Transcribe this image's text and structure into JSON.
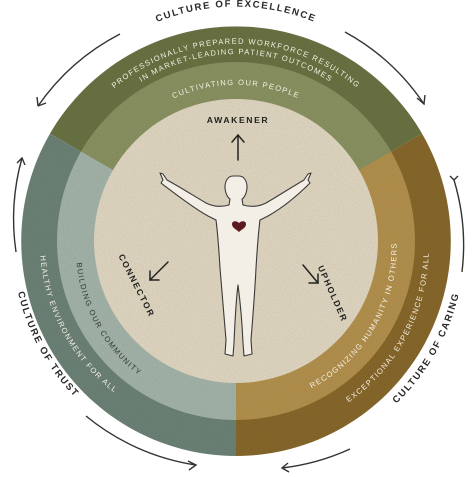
{
  "colors": {
    "olive_outer": "#6c7544",
    "olive_inner": "#8d9563",
    "gold_outer": "#8a6a2c",
    "gold_inner": "#b7944f",
    "slate_outer": "#6f8579",
    "slate_inner": "#a7b8ad",
    "core": "#e6dcc6",
    "heart": "#5b1a20",
    "arrow": "#333333"
  },
  "cultures": {
    "excellence": "CULTURE OF EXCELLENCE",
    "caring": "CULTURE OF CARING",
    "trust": "CULTURE OF TRUST"
  },
  "outer_ring": {
    "excellence_line1": "PROFESSIONALLY PREPARED WORKFORCE RESULTING",
    "excellence_line2": "IN MARKET-LEADING PATIENT OUTCOMES",
    "caring": "EXCEPTIONAL EXPERIENCE FOR ALL",
    "trust": "HEALTHY ENVIRONMENT FOR ALL"
  },
  "inner_ring": {
    "excellence": "CULTIVATING OUR PEOPLE",
    "caring": "RECOGNIZING HUMANITY IN OTHERS",
    "trust": "BUILDING OUR COMMUNITY"
  },
  "roles": {
    "top": "AWAKENER",
    "right": "UPHOLDER",
    "left": "CONNECTOR"
  },
  "icons": {
    "figure": "human-figure-icon",
    "heart": "heart-icon",
    "cycle_arrows": "curved-arrow-icon",
    "role_arrows": "arrow-icon"
  }
}
